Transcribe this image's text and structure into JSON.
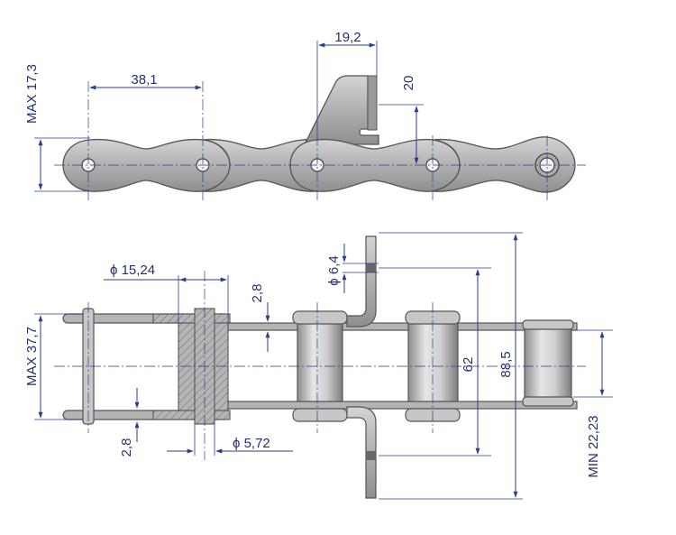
{
  "dimensions": {
    "pitch": "38,1",
    "attachment_width": "19,2",
    "attachment_height": "20",
    "plate_height": "MAX 17,3",
    "roller_diameter": "ϕ 15,24",
    "plate_thickness_top": "2,8",
    "hole_diameter": "ϕ 6,4",
    "overall_width": "MAX 37,7",
    "hole_spacing": "62",
    "attachment_span": "88,5",
    "inner_width": "MIN 22,23",
    "plate_thickness_bottom": "2,8",
    "pin_diameter": "ϕ 5,72"
  }
}
